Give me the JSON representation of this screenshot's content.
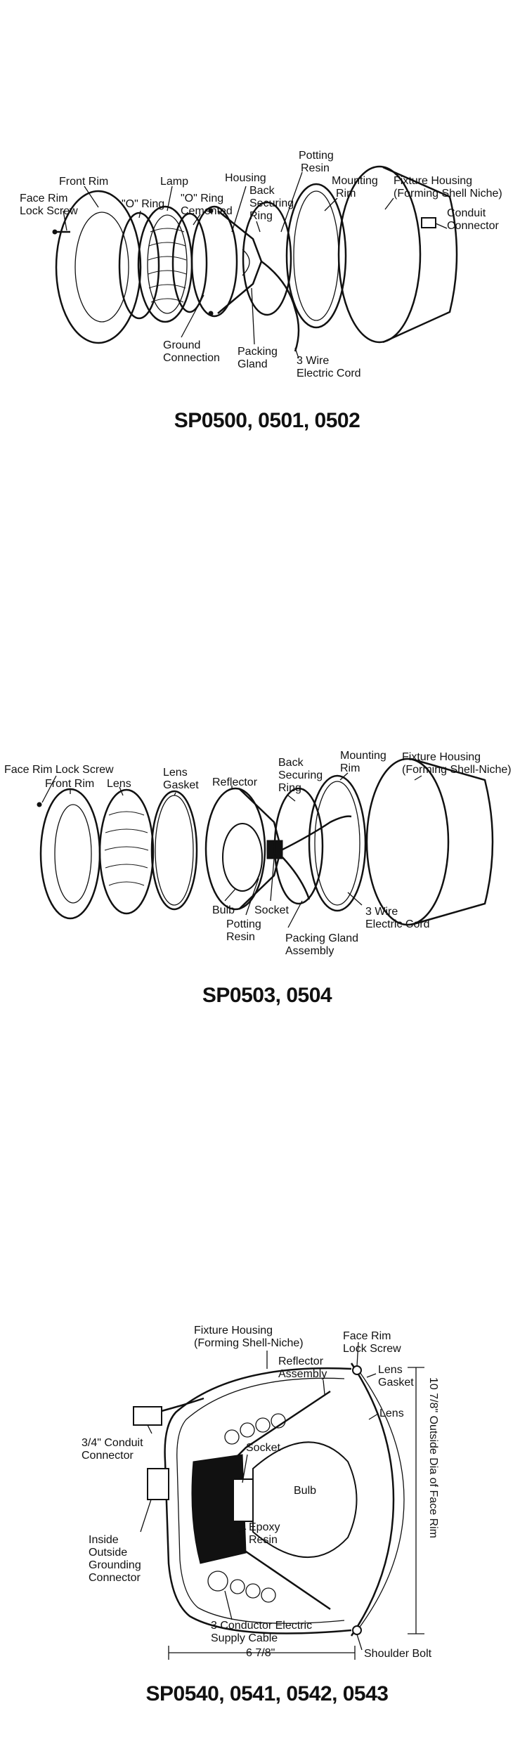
{
  "diagrams": [
    {
      "title": "SP0500, 0501, 0502",
      "labels": [
        "Potting",
        "Resin",
        "Front Rim",
        "Lamp",
        "Housing",
        "Mounting",
        "Rim",
        "Fixture Housing",
        "(Forming Shell Niche)",
        "Face Rim",
        "Lock Screw",
        "\"O\" Ring",
        "\"O\" Ring",
        "Cemented",
        "Back",
        "Securing",
        "Ring",
        "Conduit",
        "Connector",
        "Ground",
        "Connection",
        "Packing",
        "Gland",
        "3 Wire",
        "Electric Cord"
      ]
    },
    {
      "title": "SP0503, 0504",
      "labels": [
        "Face Rim Lock Screw",
        "Front Rim",
        "Lens",
        "Lens",
        "Gasket",
        "Reflector",
        "Back",
        "Securing",
        "Ring",
        "Mounting",
        "Rim",
        "Fixture Housing",
        "(Forming Shell-Niche)",
        "Bulb",
        "Socket",
        "Potting",
        "Resin",
        "3 Wire",
        "Electric Cord",
        "Packing Gland",
        "Assembly"
      ]
    },
    {
      "title": "SP0540, 0541, 0542, 0543",
      "labels": [
        "Fixture Housing",
        "(Forming Shell-Niche)",
        "Face Rim",
        "Lock Screw",
        "Reflector",
        "Assembly",
        "Lens",
        "Gasket",
        "Lens",
        "Socket",
        "3/4\" Conduit",
        "Connector",
        "Bulb",
        "Epoxy",
        "Resin",
        "Inside",
        "Outside",
        "Grounding",
        "Connector",
        "3 Conductor Electric",
        "Supply Cable",
        "6 7/8\"",
        "Shoulder Bolt",
        "10 7/8\" Outside Dia of Face Rim"
      ]
    }
  ]
}
